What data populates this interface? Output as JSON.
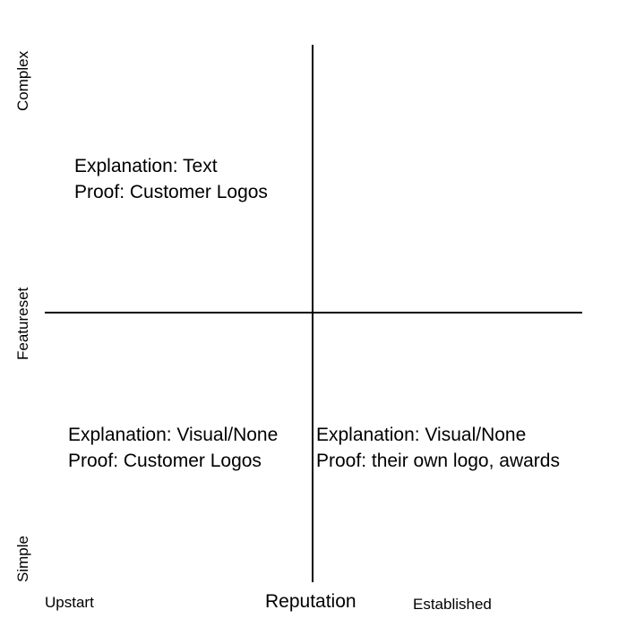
{
  "axes": {
    "y": {
      "top_label": "Complex",
      "middle_label": "Featureset",
      "bottom_label": "Simple"
    },
    "x": {
      "left_label": "Upstart",
      "middle_label": "Reputation",
      "right_label": "Established"
    }
  },
  "quadrants": {
    "top_left": {
      "explanation": "Explanation: Text",
      "proof": "Proof: Customer Logos"
    },
    "bottom_left": {
      "explanation": "Explanation: Visual/None",
      "proof": "Proof: Customer Logos"
    },
    "bottom_right": {
      "explanation": "Explanation: Visual/None",
      "proof": "Proof: their own logo, awards"
    }
  }
}
